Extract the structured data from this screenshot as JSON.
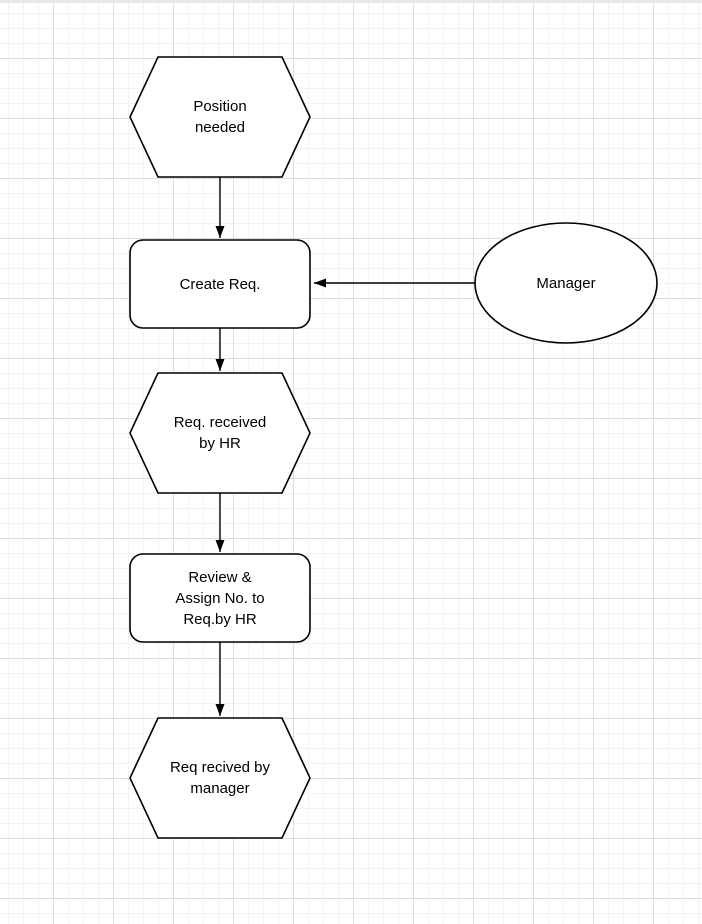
{
  "colors": {
    "grid-minor": "#f3f3f3",
    "grid-major": "#dedede",
    "stroke": "#000000",
    "text": "#000000",
    "canvas-bg": "#ffffff"
  },
  "diagram": {
    "nodes": [
      {
        "id": "position-needed",
        "shape": "hexagon",
        "lines": [
          "Position",
          "needed"
        ]
      },
      {
        "id": "create-req",
        "shape": "rounded-rect",
        "lines": [
          "Create Req."
        ]
      },
      {
        "id": "manager",
        "shape": "ellipse",
        "lines": [
          "Manager"
        ]
      },
      {
        "id": "req-received-by-hr",
        "shape": "hexagon",
        "lines": [
          "Req. received",
          "by HR"
        ]
      },
      {
        "id": "review-assign-no",
        "shape": "rounded-rect",
        "lines": [
          "Review &",
          "Assign No. to",
          "Req.by HR"
        ]
      },
      {
        "id": "req-recived-by-manager",
        "shape": "hexagon",
        "lines": [
          "Req recived by",
          "manager"
        ]
      }
    ],
    "edges": [
      {
        "from": "position-needed",
        "to": "create-req"
      },
      {
        "from": "manager",
        "to": "create-req"
      },
      {
        "from": "create-req",
        "to": "req-received-by-hr"
      },
      {
        "from": "req-received-by-hr",
        "to": "review-assign-no"
      },
      {
        "from": "review-assign-no",
        "to": "req-recived-by-manager"
      }
    ]
  }
}
